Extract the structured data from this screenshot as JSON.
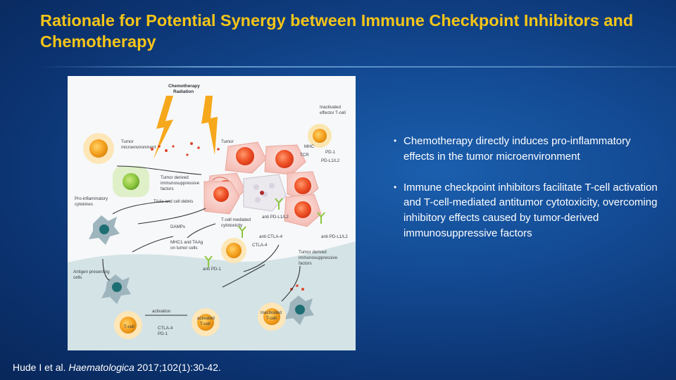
{
  "slide": {
    "title": "Rationale for Potential Synergy between Immune Checkpoint Inhibitors and Chemotherapy",
    "bullets": [
      "Chemotherapy directly induces pro-inflammatory effects in the tumor microenvironment",
      "Immune checkpoint inhibitors facilitate T-cell activation and T-cell-mediated antitumor cytotoxicity, overcoming inhibitory effects caused by tumor-derived immunosuppressive factors"
    ],
    "citation": {
      "authors": "Hude I et al.",
      "journal": "Haematologica",
      "details": "2017;102(1):30-42."
    }
  },
  "figure": {
    "labels": {
      "chemo": "Chemotherapy",
      "radiation": "Radiation",
      "inactivated_effector_1": "Inactivated",
      "inactivated_effector_2": "effector T-cell",
      "tumor_micro_1": "Tumor",
      "tumor_micro_2": "microenvironment",
      "tumor": "Tumor",
      "mhc": "MHC",
      "tcr": "TCR",
      "pd1": "PD-1",
      "pdl": "PD-L1/L2",
      "tumor_derived_1": "Tumor derived",
      "tumor_derived_2": "immunosuppressive",
      "tumor_derived_3": "factors",
      "pro_inflam_1": "Pro-inflammatory",
      "pro_inflam_2": "cytokines",
      "taas": "TAAs and cell debris",
      "anti_pdl_1": "anti PD-L1/L2",
      "anti_pdl_2": "anti PD-L1/L2",
      "tcell_cyto_1": "T-cell mediated",
      "tcell_cyto_2": "cytotoxicity",
      "damps": "DAMPs",
      "anti_ctla4": "anti CTLA-4",
      "ctla4_mid": "CTLA-4",
      "mhc1_1": "MHC1 and TAAg",
      "mhc1_2": "on tumor cells",
      "anti_pd1": "anti PD-1",
      "tumor_derived_b1": "Tumor derived",
      "tumor_derived_b2": "immunosuppressive",
      "tumor_derived_b3": "factors",
      "apc_1": "Antigen presenting",
      "apc_2": "cells",
      "activation": "activation",
      "tcell": "T-cell",
      "activated_1": "activated",
      "activated_2": "T-cell",
      "inactivated_1": "Inactivated",
      "inactivated_2": "T-cell",
      "ctla4_b": "CTLA-4",
      "pd1_b": "PD-1"
    }
  }
}
